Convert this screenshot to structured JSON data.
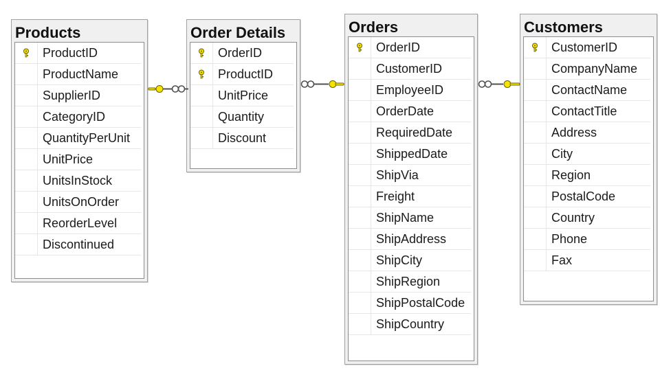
{
  "tables": {
    "products": {
      "title": "Products",
      "columns": [
        {
          "name": "ProductID",
          "key": true
        },
        {
          "name": "ProductName",
          "key": false
        },
        {
          "name": "SupplierID",
          "key": false
        },
        {
          "name": "CategoryID",
          "key": false
        },
        {
          "name": "QuantityPerUnit",
          "key": false
        },
        {
          "name": "UnitPrice",
          "key": false
        },
        {
          "name": "UnitsInStock",
          "key": false
        },
        {
          "name": "UnitsOnOrder",
          "key": false
        },
        {
          "name": "ReorderLevel",
          "key": false
        },
        {
          "name": "Discontinued",
          "key": false
        }
      ]
    },
    "order_details": {
      "title": "Order Details",
      "columns": [
        {
          "name": "OrderID",
          "key": true
        },
        {
          "name": "ProductID",
          "key": true
        },
        {
          "name": "UnitPrice",
          "key": false
        },
        {
          "name": "Quantity",
          "key": false
        },
        {
          "name": "Discount",
          "key": false
        }
      ]
    },
    "orders": {
      "title": "Orders",
      "columns": [
        {
          "name": "OrderID",
          "key": true
        },
        {
          "name": "CustomerID",
          "key": false
        },
        {
          "name": "EmployeeID",
          "key": false
        },
        {
          "name": "OrderDate",
          "key": false
        },
        {
          "name": "RequiredDate",
          "key": false
        },
        {
          "name": "ShippedDate",
          "key": false
        },
        {
          "name": "ShipVia",
          "key": false
        },
        {
          "name": "Freight",
          "key": false
        },
        {
          "name": "ShipName",
          "key": false
        },
        {
          "name": "ShipAddress",
          "key": false
        },
        {
          "name": "ShipCity",
          "key": false
        },
        {
          "name": "ShipRegion",
          "key": false
        },
        {
          "name": "ShipPostalCode",
          "key": false
        },
        {
          "name": "ShipCountry",
          "key": false
        }
      ]
    },
    "customers": {
      "title": "Customers",
      "columns": [
        {
          "name": "CustomerID",
          "key": true
        },
        {
          "name": "CompanyName",
          "key": false
        },
        {
          "name": "ContactName",
          "key": false
        },
        {
          "name": "ContactTitle",
          "key": false
        },
        {
          "name": "Address",
          "key": false
        },
        {
          "name": "City",
          "key": false
        },
        {
          "name": "Region",
          "key": false
        },
        {
          "name": "PostalCode",
          "key": false
        },
        {
          "name": "Country",
          "key": false
        },
        {
          "name": "Phone",
          "key": false
        },
        {
          "name": "Fax",
          "key": false
        }
      ]
    }
  },
  "relationships": [
    {
      "one": "Products",
      "many": "Order Details"
    },
    {
      "one": "Orders",
      "many": "Order Details"
    },
    {
      "one": "Customers",
      "many": "Orders"
    }
  ],
  "colors": {
    "key": "#f5e400",
    "key_outline": "#6b6000",
    "line": "#505050"
  },
  "icons": {
    "primary_key": "key-icon",
    "one_end": "key-icon",
    "many_end": "infinity-icon"
  }
}
